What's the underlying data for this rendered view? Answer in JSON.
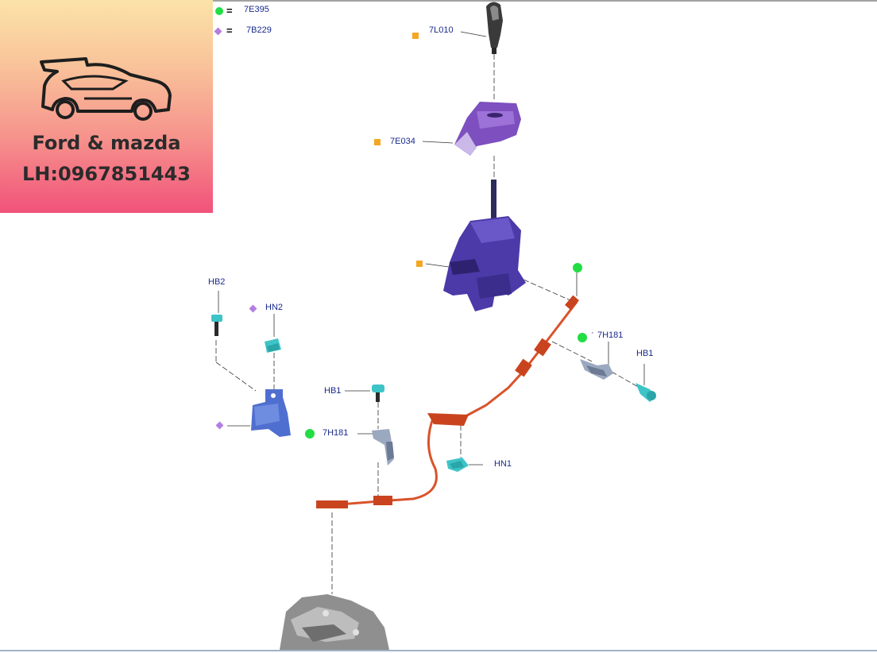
{
  "legend": [
    {
      "symbol": "green-circle",
      "eq": "=",
      "code": "7E395"
    },
    {
      "symbol": "purple-diamond",
      "eq": "=",
      "code": "7B229"
    }
  ],
  "watermark": {
    "line1": "Ford & mazda",
    "line2": "LH:0967851443"
  },
  "callouts": {
    "knob": "7L010",
    "bezel": "7E034",
    "clip_right": "7H181",
    "bolt_right": "HB1",
    "bolt_left": "HB2",
    "nut_left": "HN2",
    "bolt_center": "HB1",
    "clip_center": "7H181",
    "nut_center": "HN1"
  },
  "colors": {
    "green": "#22dd44",
    "purple": "#b37ee0",
    "orange": "#f5a623",
    "label": "#1a2a8c",
    "cable": "#d9532b",
    "shifter": "#4b3aa8",
    "teal": "#3ec4c7",
    "bracket": "#4f6fd0"
  }
}
